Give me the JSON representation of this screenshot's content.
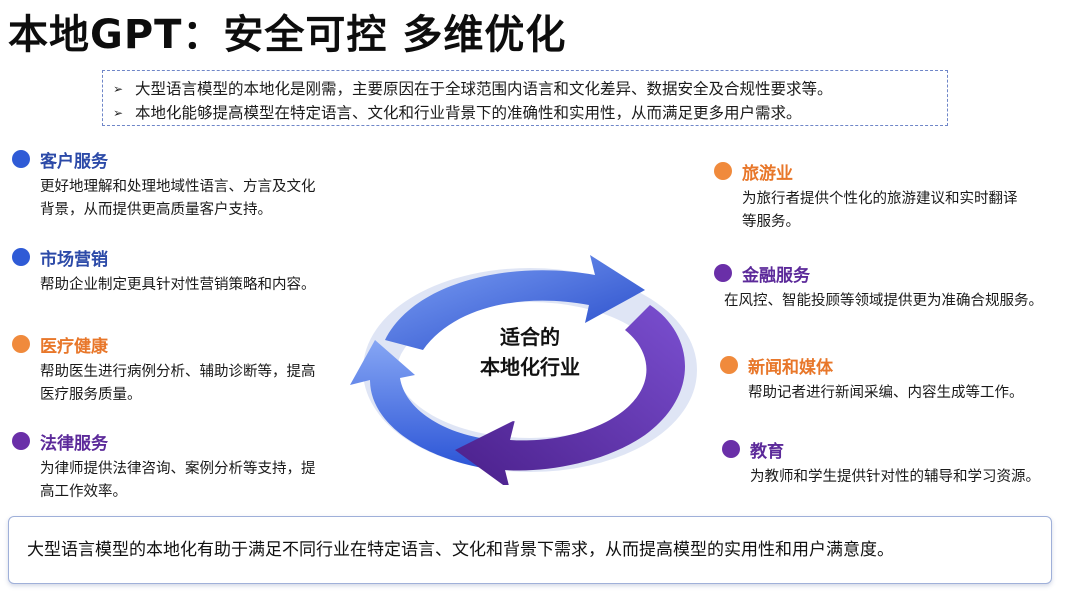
{
  "title": "本地GPT：安全可控  多维优化",
  "intro": [
    "大型语言模型的本地化是刚需，主要原因在于全球范围内语言和文化差异、数据安全及合规性要求等。",
    "本地化能够提高模型在特定语言、文化和行业背景下的准确性和实用性，从而满足更多用户需求。"
  ],
  "center_label": [
    "适合的",
    "本地化行业"
  ],
  "left_items": [
    {
      "label": "客户服务",
      "desc": [
        "更好地理解和处理地域性语言、方言及文化",
        "背景，从而提供更高质量客户支持。"
      ],
      "color": "#2f5bd6"
    },
    {
      "label": "市场营销",
      "desc": [
        "帮助企业制定更具针对性营销策略和内容。"
      ],
      "color": "#2f5bd6"
    },
    {
      "label": "医疗健康",
      "desc": [
        "帮助医生进行病例分析、辅助诊断等，提高",
        "医疗服务质量。"
      ],
      "color": "#f08a3c"
    },
    {
      "label": "法律服务",
      "desc": [
        "为律师提供法律咨询、案例分析等支持，提",
        "高工作效率。"
      ],
      "color": "#6a2fa8"
    }
  ],
  "right_items": [
    {
      "label": "旅游业",
      "desc": [
        "为旅行者提供个性化的旅游建议和实时翻译",
        "等服务。"
      ],
      "color": "#f08a3c"
    },
    {
      "label": "金融服务",
      "desc": [
        "在风控、智能投顾等领域提供更为准确合规服务。"
      ],
      "color": "#6a2fa8"
    },
    {
      "label": "新闻和媒体",
      "desc": [
        "帮助记者进行新闻采编、内容生成等工作。"
      ],
      "color": "#f08a3c"
    },
    {
      "label": "教育",
      "desc": [
        "为教师和学生提供针对性的辅导和学习资源。"
      ],
      "color": "#6a2fa8"
    }
  ],
  "summary": "大型语言模型的本地化有助于满足不同行业在特定语言、文化和背景下需求，从而提高模型的实用性和用户满意度。",
  "colors": {
    "blue": "#2f5bd6",
    "orange": "#f08a3c",
    "purple": "#6a2fa8"
  }
}
